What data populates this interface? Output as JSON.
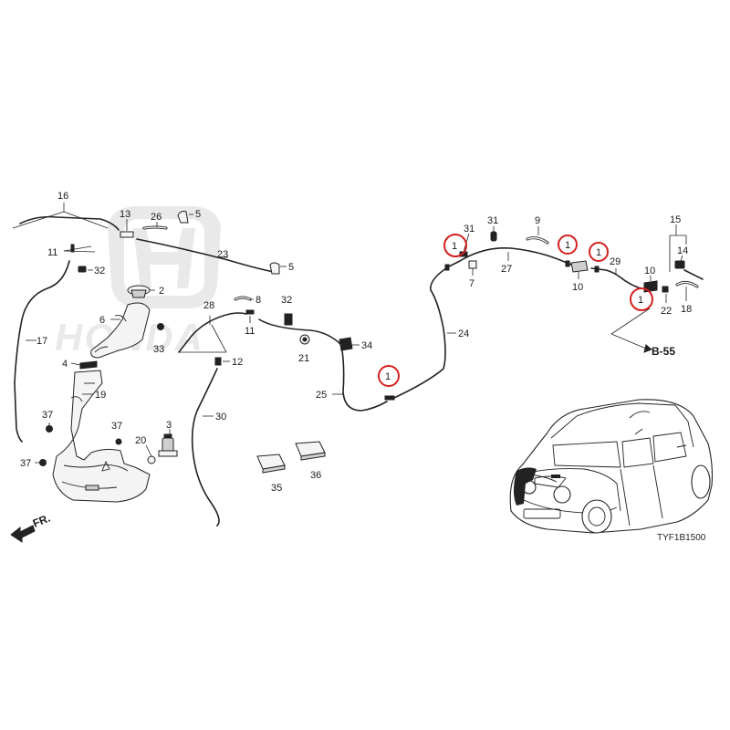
{
  "labels": {
    "p1": "1",
    "p2": "2",
    "p3": "3",
    "p4": "4",
    "p5": "5",
    "p6": "6",
    "p7": "7",
    "p8": "8",
    "p9": "9",
    "p10": "10",
    "p11": "11",
    "p12": "12",
    "p13": "13",
    "p14": "14",
    "p15": "15",
    "p16": "16",
    "p17": "17",
    "p18": "18",
    "p19": "19",
    "p20": "20",
    "p21": "21",
    "p22": "22",
    "p23": "23",
    "p24": "24",
    "p25": "25",
    "p26": "26",
    "p27": "27",
    "p28": "28",
    "p29": "29",
    "p30": "30",
    "p31": "31",
    "p32": "32",
    "p33": "33",
    "p34": "34",
    "p35": "35",
    "p36": "36",
    "p37": "37"
  },
  "reference": "B-55",
  "front_indicator": "FR.",
  "diagram_code": "TYF1B1500",
  "highlight_color": "#d42020",
  "watermark_icon": "honda-logo-watermark",
  "watermark_text": "HONDA"
}
